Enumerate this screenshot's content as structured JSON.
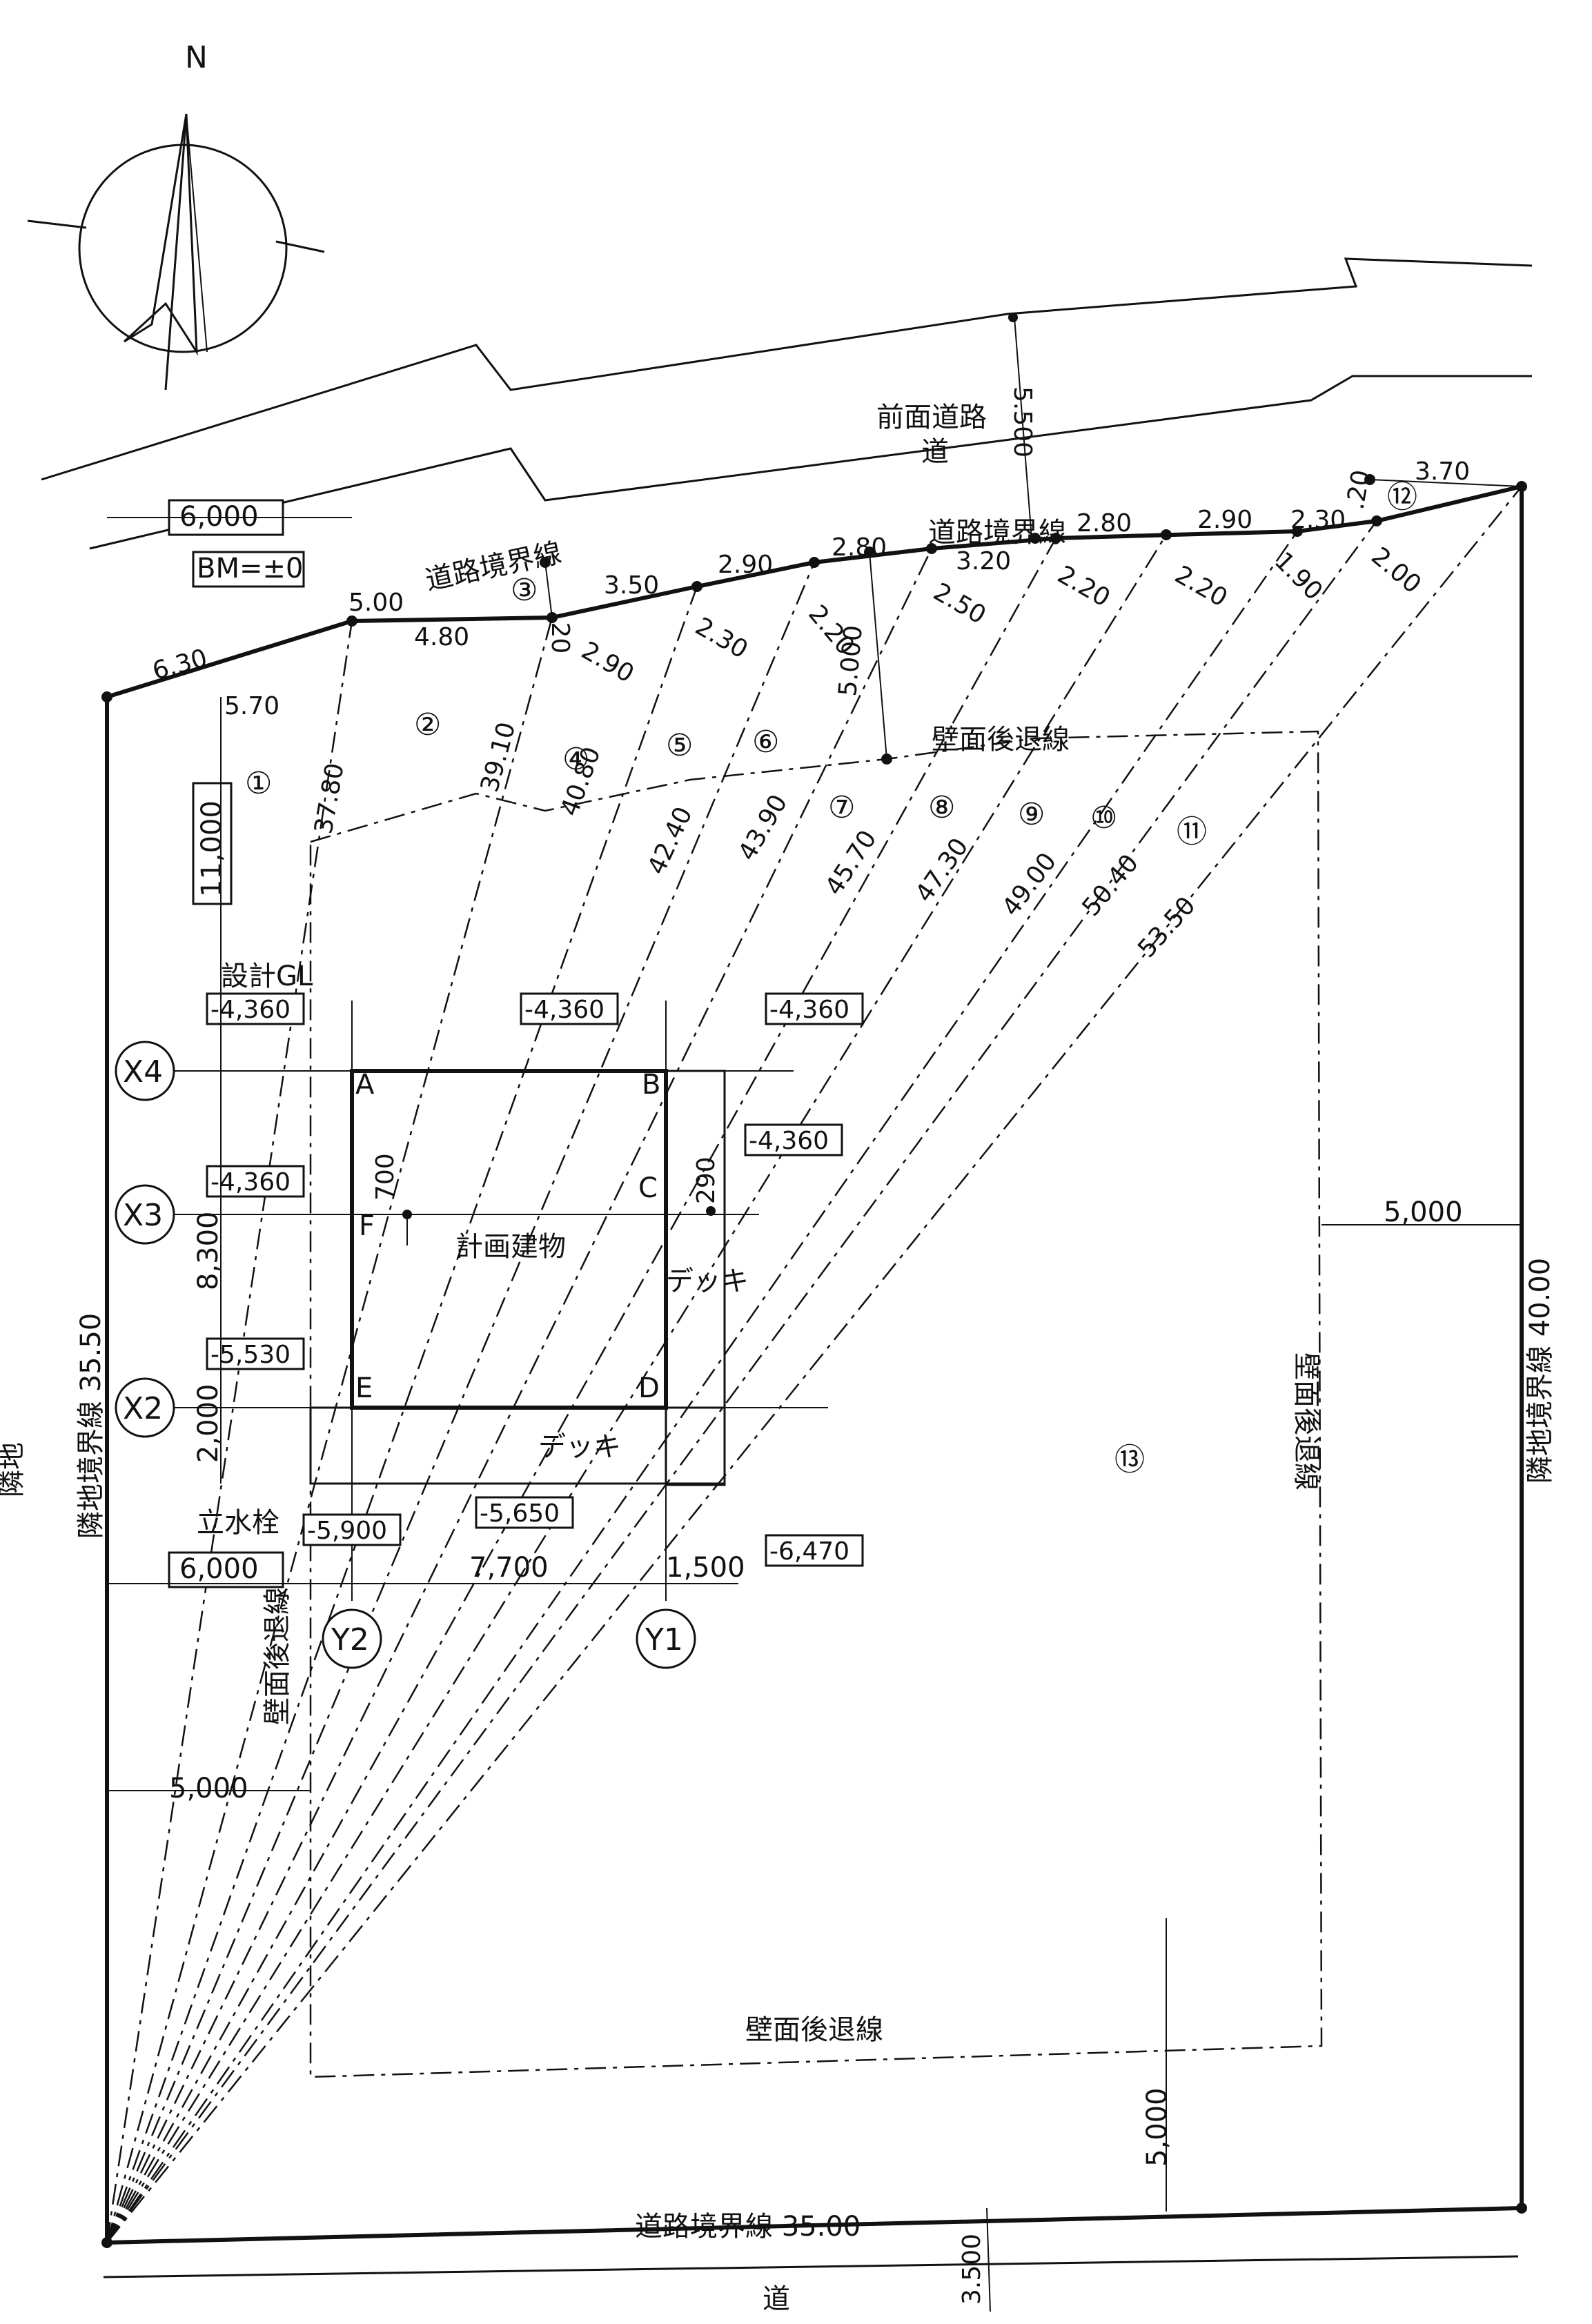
{
  "north_label": "N",
  "roads": {
    "front_road": "前面道路",
    "road_top": "道",
    "road_bottom": "道",
    "front_road_width": "5.500",
    "rear_road_width": "3.500"
  },
  "boundary_labels": {
    "road_boundary_top": "道路境界線",
    "road_boundary_top_right": "道路境界線",
    "road_boundary_bottom": "道路境界線 35.00",
    "neighbor_left": "隣地境界線 35.50",
    "neighbor_right": "隣地境界線 40.00",
    "neighbor_left_outer": "隣地"
  },
  "setback_labels": {
    "top": "壁面後退線",
    "bottom": "壁面後退線",
    "left": "壁面後退線",
    "right": "壁面後退線"
  },
  "boxed_dims": {
    "top_6000": "6,000",
    "left_11000": "11,000",
    "bottom_6000": "6,000",
    "bm": "BM=±0"
  },
  "dims": {
    "left_5000": "5,000",
    "right_5000": "5,000",
    "bottom_5000": "5,000",
    "span_7700": "7,700",
    "span_1500": "1,500",
    "span_8300": "8,300",
    "span_2000": "2,000",
    "span_700": "700",
    "span_290": "290"
  },
  "segment_lengths": [
    "6.30",
    "5.00",
    "4.80",
    "5.70",
    "3.50",
    "2.90",
    "2.80",
    "3.20",
    "2.80",
    "2.90",
    "2.30",
    "3.70",
    ".20",
    ".20",
    "2.90",
    "2.30",
    "2.20",
    "2.50",
    "2.20",
    "2.20",
    "1.90",
    "2.00",
    "5.000"
  ],
  "radial_lengths": [
    "37.80",
    "39.10",
    "40.80",
    "42.40",
    "43.90",
    "45.70",
    "47.30",
    "49.00",
    "50.40",
    "53.50"
  ],
  "circled_numbers": [
    "①",
    "②",
    "③",
    "④",
    "⑤",
    "⑥",
    "⑦",
    "⑧",
    "⑨",
    "⑩",
    "⑪",
    "⑫",
    "⑬"
  ],
  "grid": {
    "x4": "X4",
    "x3": "X3",
    "x2": "X2",
    "y2": "Y2",
    "y1": "Y1"
  },
  "corner_labels": {
    "a": "A",
    "b": "B",
    "c": "C",
    "d": "D",
    "e": "E",
    "f": "F"
  },
  "levels": {
    "design_gl": "設計GL",
    "lv_a": "-4,360",
    "lv_b": "-4,360",
    "lv_deck_top": "-4,360",
    "lv_c": "-4,360",
    "lv_f": "-4,360",
    "lv_e": "-5,530",
    "lv_water": "-5,900",
    "lv_deck_bottom": "-5,650",
    "lv_corner": "-6,470"
  },
  "building_labels": {
    "building": "計画建物",
    "deck_side": "デッキ",
    "deck_bottom": "デッキ",
    "water_plug": "立水栓"
  }
}
